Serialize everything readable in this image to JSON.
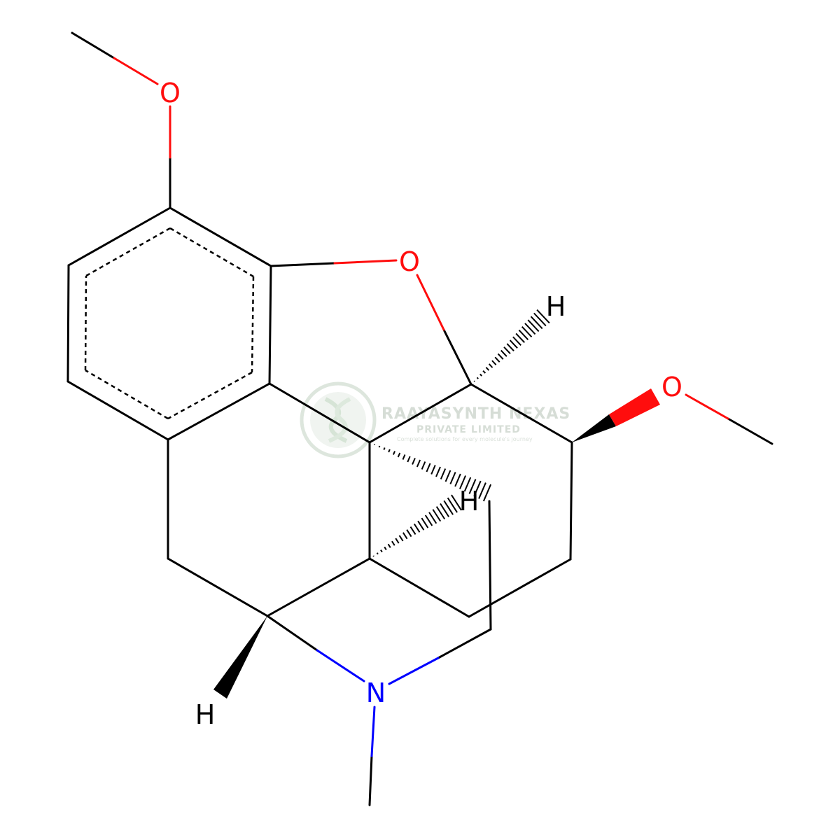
{
  "molecule": {
    "atom_labels": {
      "o_methoxy_top": "O",
      "o_ring": "O",
      "o_methoxy_right": "O",
      "n_amine": "N",
      "h_c5": "H",
      "h_c14": "H",
      "h_c9": "H"
    },
    "colors": {
      "bond": "#000000",
      "oxygen": "#ff0d0d",
      "nitrogen": "#0000ff",
      "hydrogen": "#000000"
    }
  },
  "watermark": {
    "title": "RAAYASYNTH NEXAS",
    "subtitle": "PRIVATE LIMITED",
    "tagline": "Complete solutions for every molecule's journey",
    "color": "#cfd8cf"
  }
}
